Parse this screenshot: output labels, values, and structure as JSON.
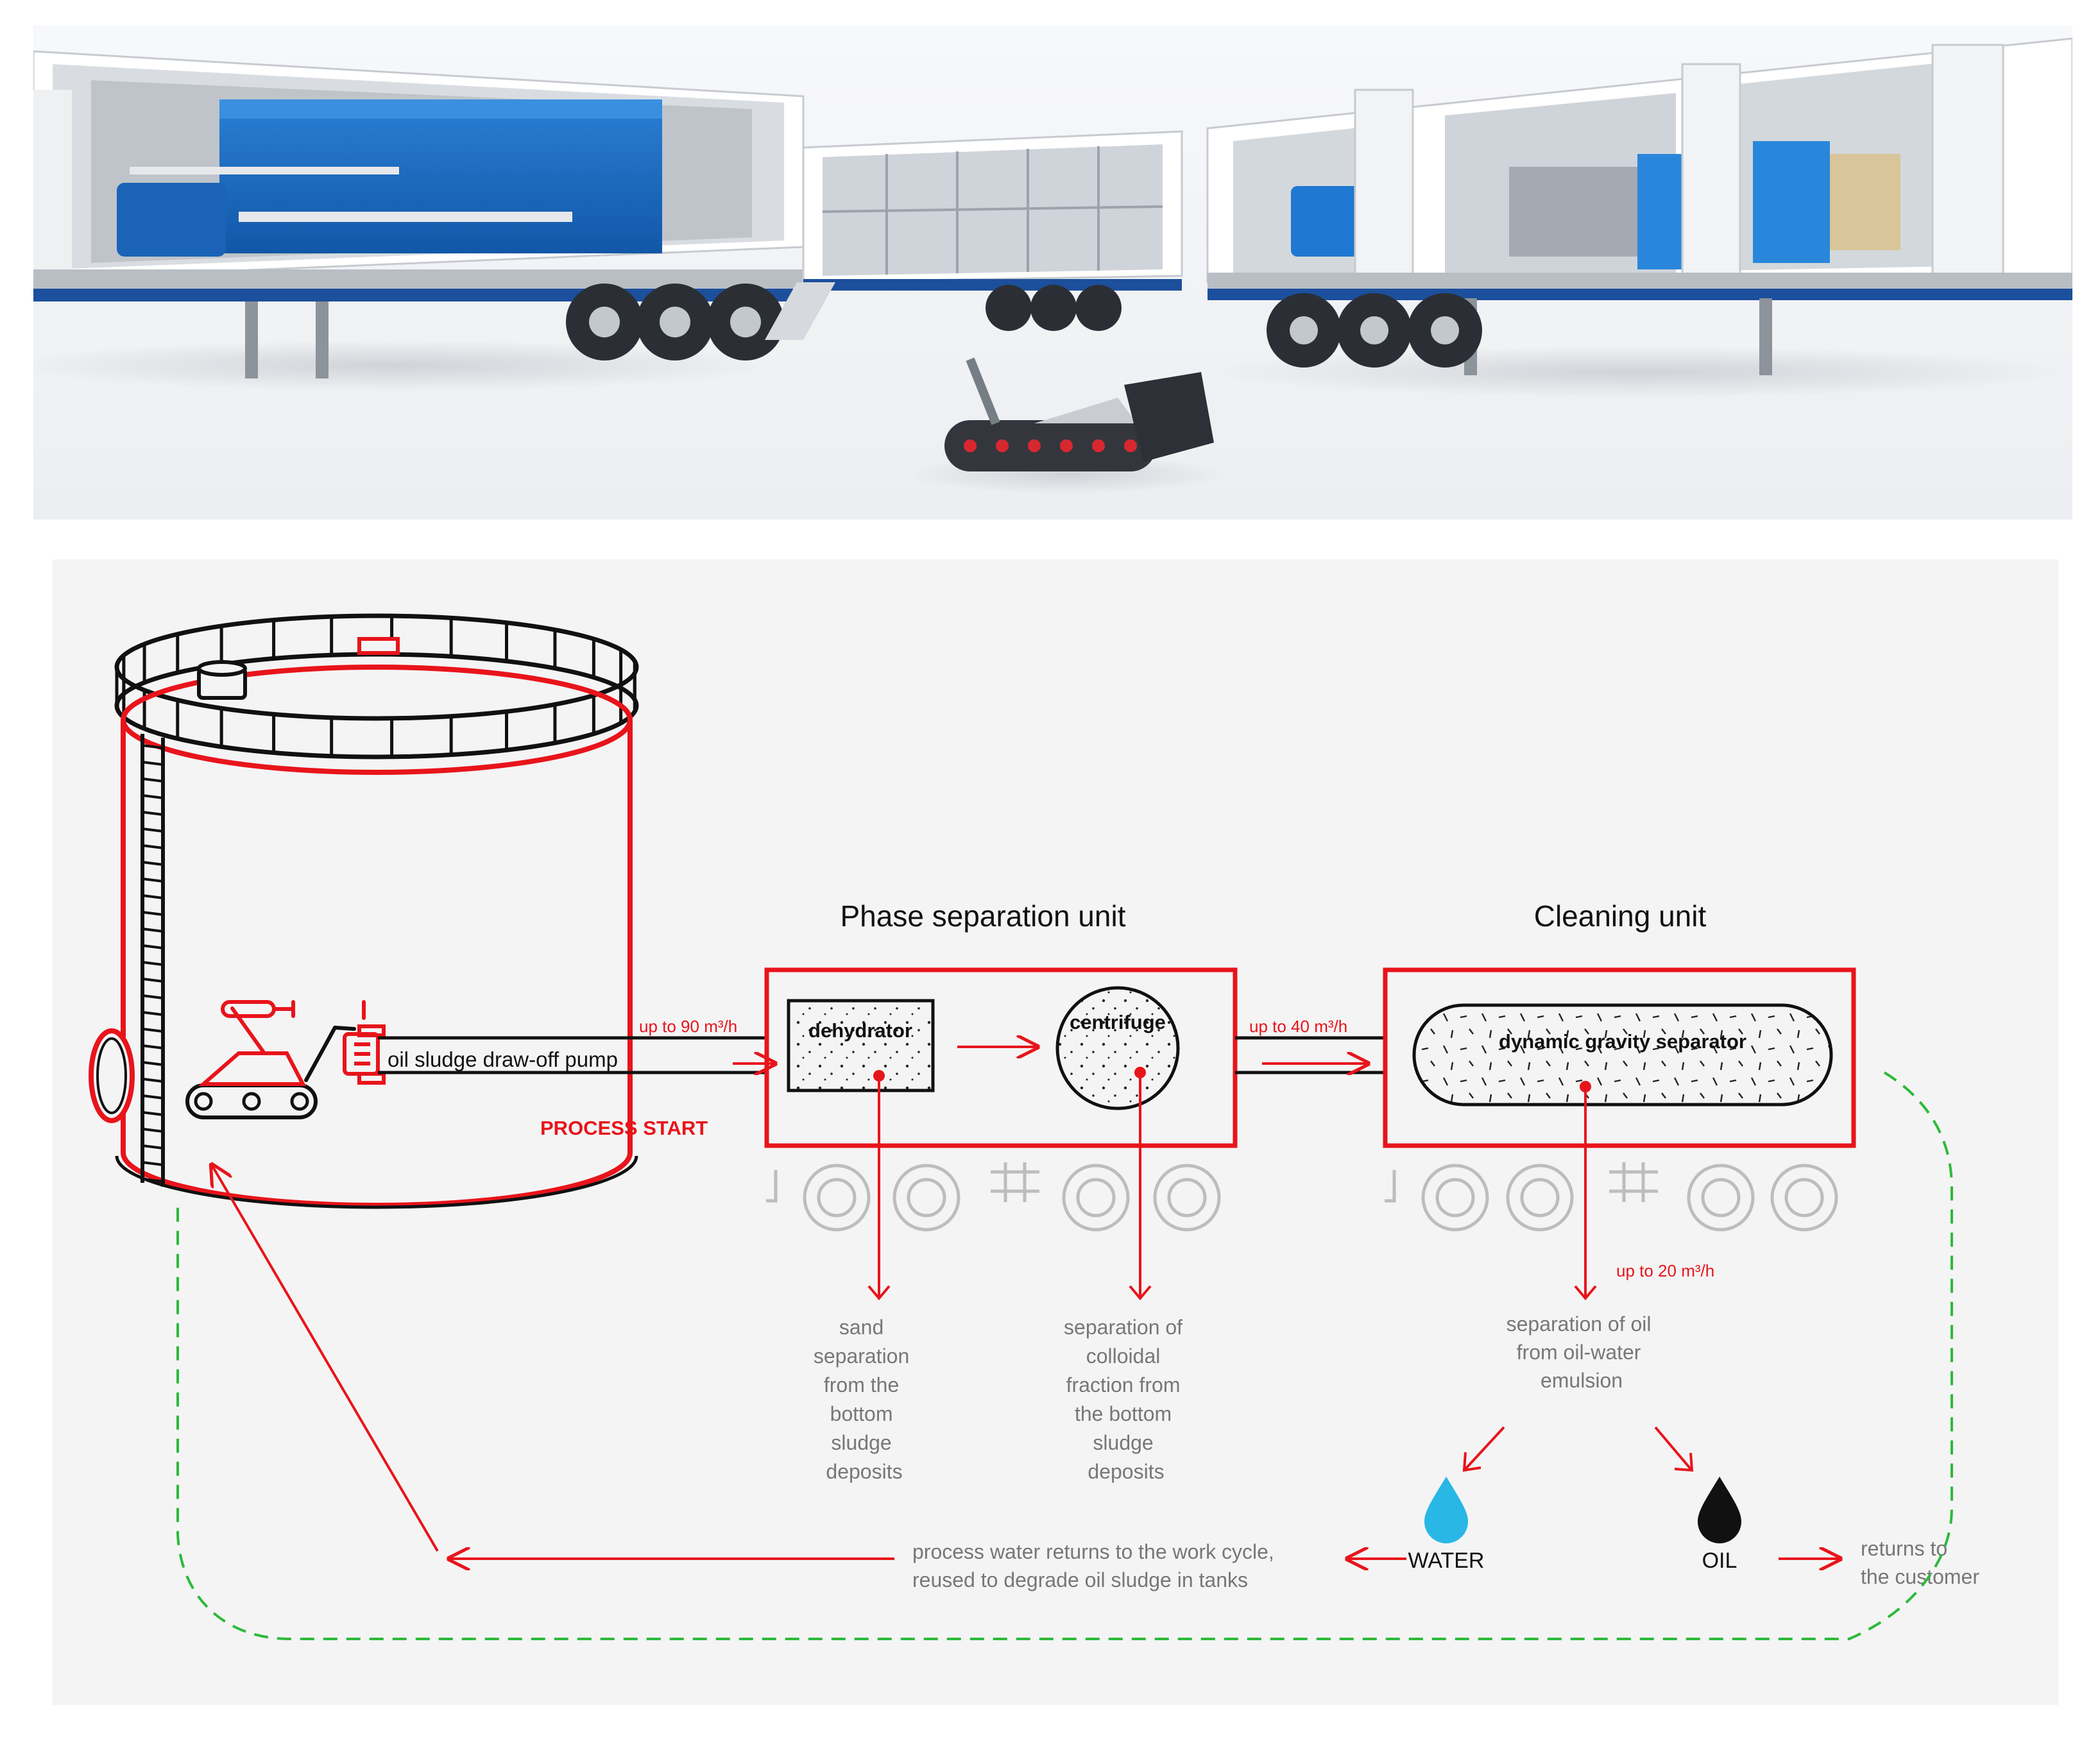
{
  "titles": {
    "phase_unit": "Phase separation unit",
    "cleaning_unit": "Cleaning unit"
  },
  "labels": {
    "pump": "oil sludge draw-off pump",
    "process_start": "PROCESS START",
    "dehydrator": "dehydrator",
    "centrifuge": "centrifuge",
    "separator": "dynamic gravity separator"
  },
  "rates": {
    "inflow": "up to 90 m³/h",
    "between_units": "up to 40 m³/h",
    "oil_separation": "up to 20 m³/h"
  },
  "notes": {
    "sand": [
      "sand",
      "separation",
      "from the",
      "bottom",
      "sludge",
      "deposits"
    ],
    "colloidal": [
      "separation of",
      "colloidal",
      "fraction from",
      "the bottom",
      "sludge",
      "deposits"
    ],
    "oil_emulsion": [
      "separation of oil",
      "from oil-water",
      "emulsion"
    ],
    "water_return": [
      "process water returns to the work cycle,",
      "reused to degrade oil sludge in tanks"
    ],
    "customer": [
      "returns to",
      "the customer"
    ]
  },
  "outputs": {
    "water": "WATER",
    "oil": "OIL"
  },
  "icons": {
    "water": "water-drop-icon",
    "oil": "oil-drop-icon"
  },
  "colors": {
    "accent": "#e8141b",
    "water": "#29b7e6",
    "oil": "#111111",
    "loop": "#2dba3a",
    "muted": "#777777",
    "panel": "#f4f4f4"
  }
}
